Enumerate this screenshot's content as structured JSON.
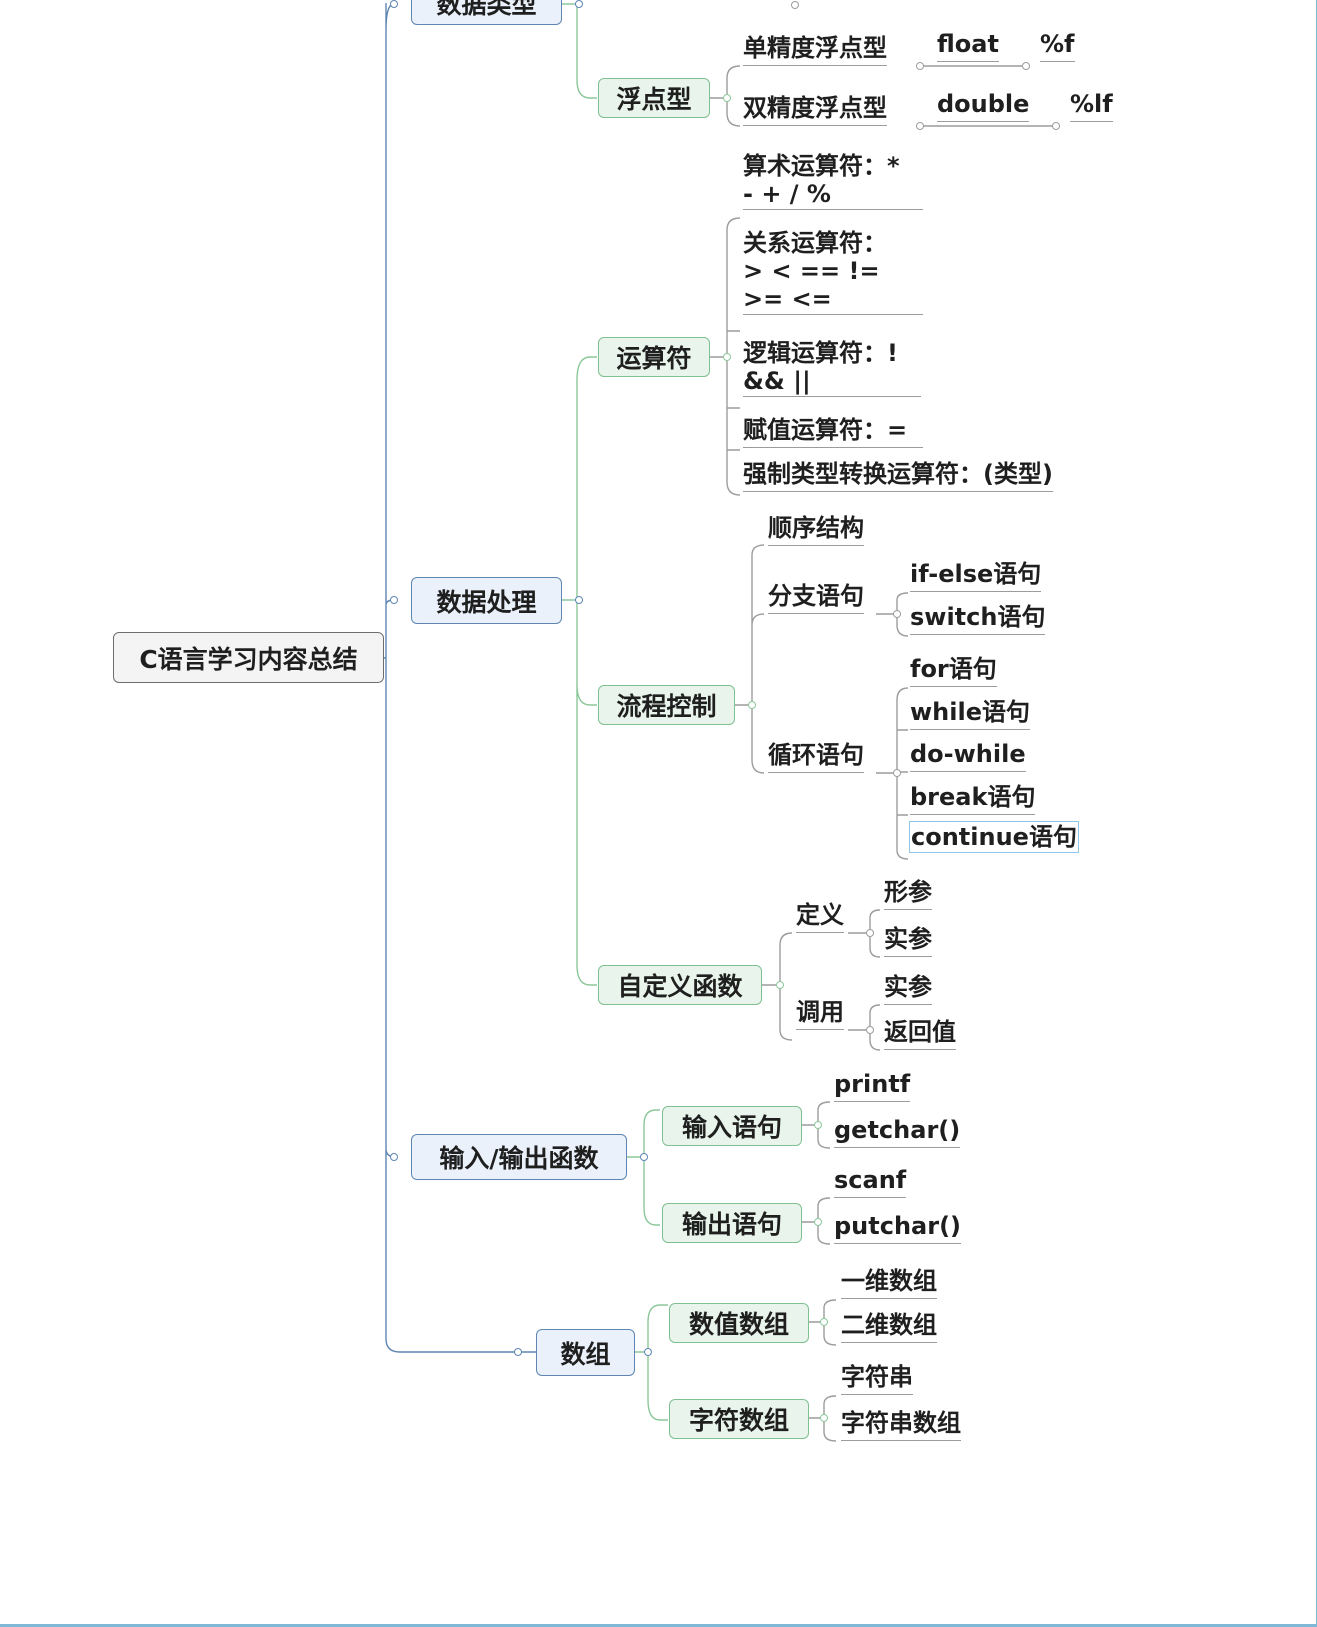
{
  "mindmap": {
    "root": "C语言学习内容总结",
    "data_types": "数据类型",
    "float_type": {
      "label": "浮点型",
      "single": {
        "name": "单精度浮点型",
        "keyword": "float",
        "format": "%f"
      },
      "double": {
        "name": "双精度浮点型",
        "keyword": "double",
        "format": "%lf"
      }
    },
    "data_processing": "数据处理",
    "operators": {
      "label": "运算符",
      "arith": [
        "算术运算符：*",
        "- + / %"
      ],
      "relational": [
        "关系运算符：",
        "> < == !=",
        ">= <="
      ],
      "logical": [
        "逻辑运算符：!",
        "&& ||"
      ],
      "assign": "赋值运算符：=",
      "cast": "强制类型转换运算符：(类型)"
    },
    "flow": {
      "label": "流程控制",
      "sequence": "顺序结构",
      "branch": {
        "label": "分支语句",
        "items": [
          "if-else语句",
          "switch语句"
        ]
      },
      "loop": {
        "label": "循环语句",
        "items": [
          "for语句",
          "while语句",
          "do-while",
          "break语句",
          "continue语句"
        ]
      }
    },
    "functions": {
      "label": "自定义函数",
      "define": {
        "label": "定义",
        "items": [
          "形参",
          "实参"
        ]
      },
      "call": {
        "label": "调用",
        "items": [
          "实参",
          "返回值"
        ]
      }
    },
    "io": {
      "label": "输入/输出函数",
      "input": {
        "label": "输入语句",
        "items": [
          "printf",
          "getchar()"
        ]
      },
      "output": {
        "label": "输出语句",
        "items": [
          "scanf",
          "putchar()"
        ]
      }
    },
    "arrays": {
      "label": "数组",
      "numeric": {
        "label": "数值数组",
        "items": [
          "一维数组",
          "二维数组"
        ]
      },
      "char": {
        "label": "字符数组",
        "items": [
          "字符串",
          "字符串数组"
        ]
      }
    }
  },
  "colors": {
    "root_border": "#6d6d6d",
    "level1_border": "#5f86b3",
    "level1_fill": "#eaf1fa",
    "level2_border": "#7fbf90",
    "level2_fill": "#e9f5ec",
    "line_blue": "#5f86b3",
    "line_green": "#8cc79a",
    "line_gray": "#9c9c9c"
  }
}
